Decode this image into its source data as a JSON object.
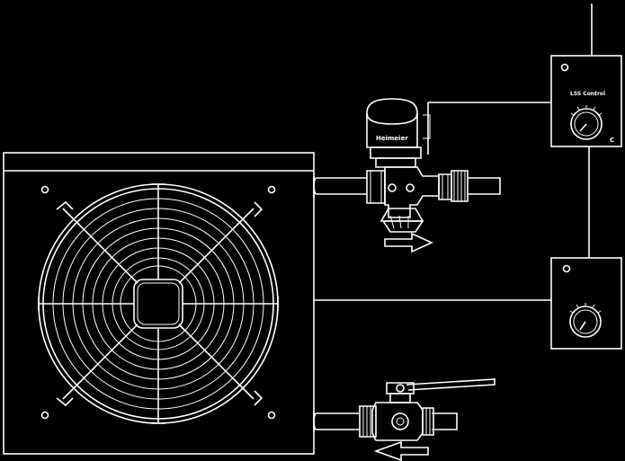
{
  "diagram": {
    "controller_top": {
      "label": "LSS Control",
      "unit": "C"
    },
    "actuator": {
      "brand": "Heimeier"
    },
    "colors": {
      "background": "#000000",
      "line": "#ffffff"
    },
    "flow": {
      "supply_direction": "right",
      "return_direction": "left"
    }
  }
}
